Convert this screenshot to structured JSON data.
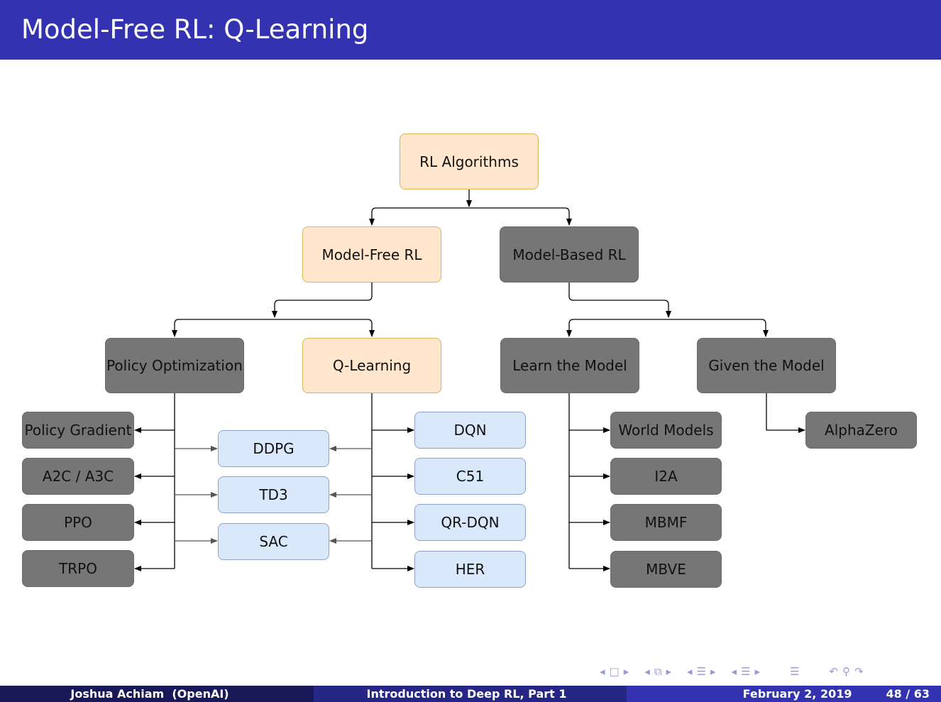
{
  "slide": {
    "title": "Model-Free RL: Q-Learning"
  },
  "nodes": {
    "rl_algorithms": "RL Algorithms",
    "model_free": "Model-Free RL",
    "model_based": "Model-Based RL",
    "policy_optimization": "Policy Optimization",
    "q_learning": "Q-Learning",
    "learn_model": "Learn the Model",
    "given_model": "Given the Model",
    "policy_gradient": "Policy Gradient",
    "a2c_a3c": "A2C / A3C",
    "ppo": "PPO",
    "trpo": "TRPO",
    "ddpg": "DDPG",
    "td3": "TD3",
    "sac": "SAC",
    "dqn": "DQN",
    "c51": "C51",
    "qr_dqn": "QR-DQN",
    "her": "HER",
    "world_models": "World Models",
    "i2a": "I2A",
    "mbmf": "MBMF",
    "mbve": "MBVE",
    "alphazero": "AlphaZero"
  },
  "footer": {
    "author": "Joshua Achiam  (OpenAI)",
    "talk": "Introduction to Deep RL, Part 1",
    "date": "February 2, 2019",
    "page": "48 / 63"
  },
  "colors": {
    "title_bar": "#3333B2",
    "highlight_node_fill": "#FFE6CC",
    "highlight_node_border": "#D6B656",
    "inactive_node_fill": "#767676",
    "q_related_node_fill": "#DAE8FC",
    "q_related_node_border": "#8AA4C9",
    "footer_left": "#191959",
    "footer_mid": "#262686",
    "footer_right": "#3333B2"
  }
}
